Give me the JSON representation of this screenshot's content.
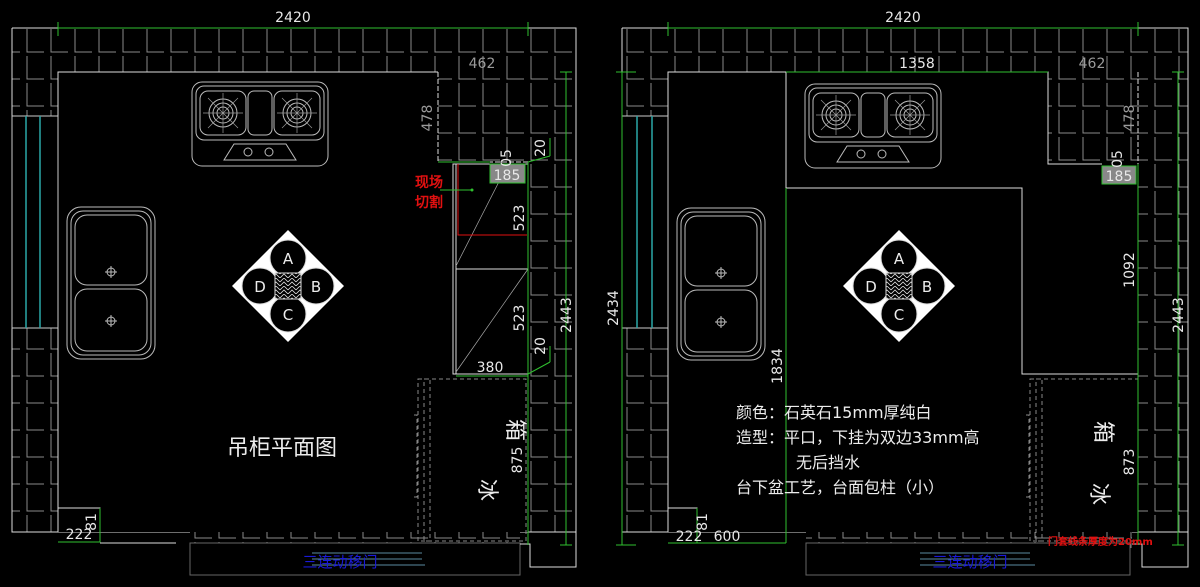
{
  "colors": {
    "background": "#000000",
    "wall": "#d8d8d8",
    "dimension_line": "#2fc02f",
    "window_glass": "#2aa7a7",
    "annotation_red": "#e01010",
    "door_label_blue": "#1a1ad8",
    "label_box": "#888888"
  },
  "left_plan": {
    "title": "吊柜平面图",
    "dims": {
      "top_width": "2420",
      "corner_width": "462",
      "corner_depth": "478",
      "gap_05": "05",
      "box_185": "185",
      "offset_top": "20",
      "cabinet_upper": "523",
      "cabinet_lower": "523",
      "offset_bottom": "20",
      "right_height": "2443",
      "cabinet_width": "380",
      "fridge_depth": "875",
      "col_width": "222",
      "col_depth": "81"
    },
    "cut_note_line1": "现场",
    "cut_note_line2": "切割",
    "fridge_char1": "冰",
    "fridge_char2": "箱",
    "door_label": "三连动移门",
    "compass": [
      "A",
      "B",
      "C",
      "D"
    ]
  },
  "right_plan": {
    "dims": {
      "top_width": "2420",
      "counter_width": "1358",
      "corner_width": "462",
      "corner_depth": "478",
      "gap_05": "05",
      "box_185": "185",
      "left_height": "2434",
      "counter_depth_left": "1834",
      "counter_depth_right": "1092",
      "right_height": "2443",
      "fridge_depth": "873",
      "col_width": "222",
      "col_depth": "81",
      "bottom_width": "600"
    },
    "spec_lines": [
      "颜色：石英石15mm厚纯白",
      "造型：平口，下挂为双边33mm高",
      "无后挡水",
      "台下盆工艺，台面包柱（小）"
    ],
    "fridge_char1": "冰",
    "fridge_char2": "箱",
    "door_label": "三连动移门",
    "door_trim_note": "门套线条厚度为20mm",
    "compass": [
      "A",
      "B",
      "C",
      "D"
    ]
  }
}
